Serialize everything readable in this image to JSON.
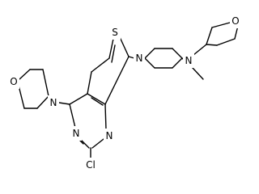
{
  "diagram": {
    "type": "chemical-structure",
    "background_color": "#ffffff",
    "bond_color": "#000000",
    "atom_labels": {
      "sulfur": "S",
      "chlorine": "Cl",
      "morpholine_oxygen": "O",
      "morpholine_nitrogen": "N",
      "pyrimidine_nitrogen_upper": "N",
      "pyrimidine_nitrogen_lower": "N",
      "piperidine_nitrogen": "N",
      "amine_nitrogen": "N",
      "oxolane_oxygen": "O"
    }
  }
}
